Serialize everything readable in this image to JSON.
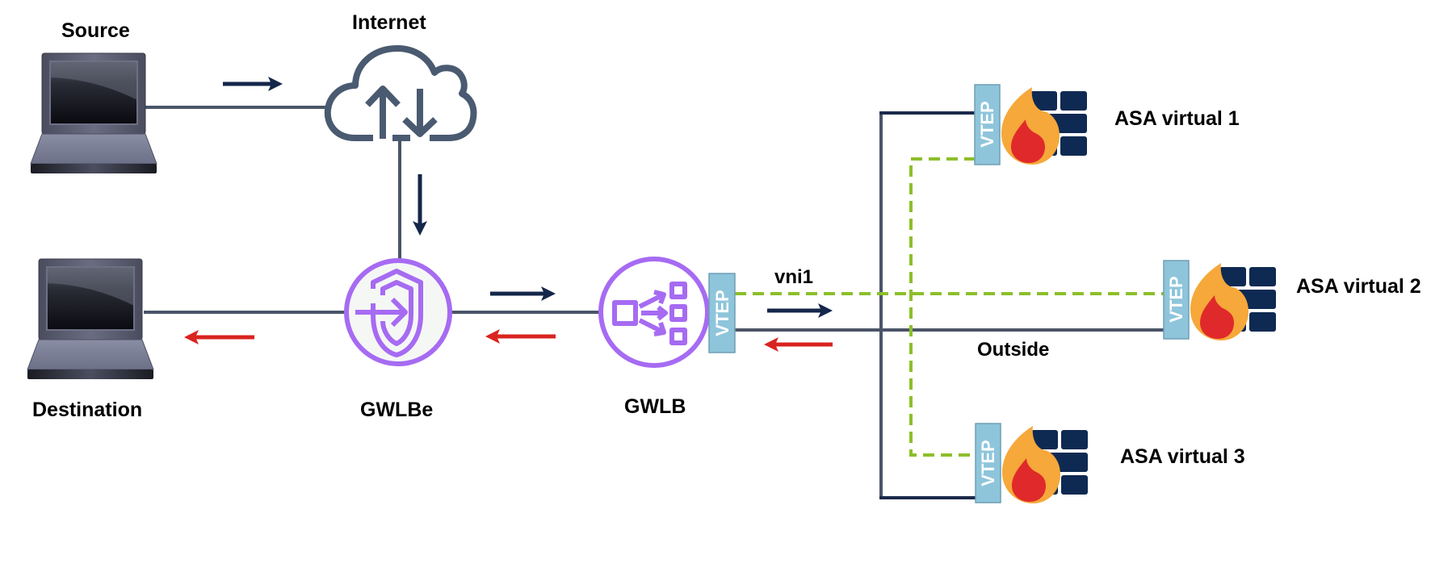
{
  "diagram": {
    "title": "",
    "colors": {
      "link": "#4a5568",
      "link_dark": "#1b2a4a",
      "overlay_tunnel": "#8cbf2a",
      "flow_forward": "#14264a",
      "flow_return": "#d9231f",
      "aws_icon_purple": "#a66bf2",
      "aws_icon_fill": "#f5f7f5",
      "vtep_fill": "#8ec5db",
      "vtep_border": "#6e9fb4",
      "flame_outer": "#f6a83a",
      "flame_inner": "#e0292b",
      "firewall_brick": "#0f2a52"
    },
    "nodes": {
      "source": {
        "label": "Source",
        "icon": "laptop-icon"
      },
      "internet": {
        "label": "Internet",
        "icon": "cloud-upload-download-icon"
      },
      "destination": {
        "label": "Destination",
        "icon": "laptop-icon"
      },
      "gwlbe": {
        "label": "GWLBe",
        "icon": "gateway-load-balancer-endpoint-icon"
      },
      "gwlb": {
        "label": "GWLB",
        "icon": "gateway-load-balancer-icon"
      },
      "asa1": {
        "label": "ASA virtual 1",
        "icon": "firewall-icon"
      },
      "asa2": {
        "label": "ASA virtual 2",
        "icon": "firewall-icon"
      },
      "asa3": {
        "label": "ASA virtual 3",
        "icon": "firewall-icon"
      }
    },
    "vtep_label": "VTEP",
    "link_labels": {
      "tunnel": "vni1",
      "outside": "Outside"
    },
    "flows": [
      {
        "from": "Source",
        "to": "Internet",
        "direction": "forward"
      },
      {
        "from": "Internet",
        "to": "GWLBe",
        "direction": "forward"
      },
      {
        "from": "GWLBe",
        "to": "GWLB",
        "direction": "forward"
      },
      {
        "from": "GWLB",
        "to": "ASA virtual",
        "direction": "forward"
      },
      {
        "from": "ASA virtual",
        "to": "GWLB",
        "direction": "return"
      },
      {
        "from": "GWLB",
        "to": "GWLBe",
        "direction": "return"
      },
      {
        "from": "GWLBe",
        "to": "Destination",
        "direction": "return"
      }
    ]
  }
}
